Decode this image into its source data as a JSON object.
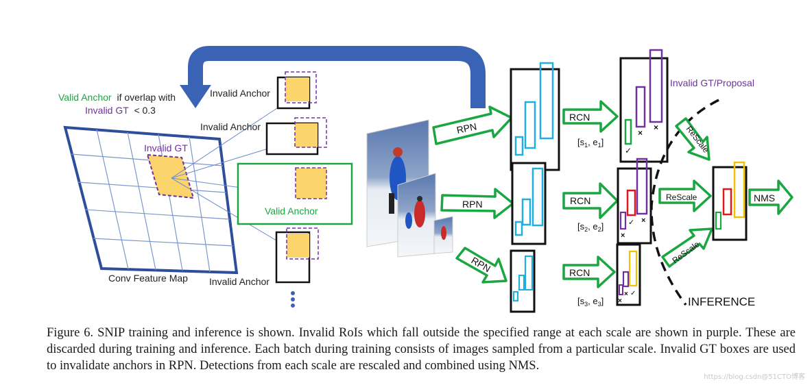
{
  "figure": {
    "valid_anchor_note": {
      "line1_a": "Valid Anchor",
      "line1_b": "if overlap with",
      "line2_a": "Invalid GT",
      "line2_b": "< 0.3"
    },
    "invalid_gt_label": "Invalid GT",
    "conv_feature_map_label": "Conv Feature Map",
    "invalid_anchor_label": "Invalid Anchor",
    "valid_anchor_label": "Valid Anchor",
    "rpn_label": "RPN",
    "rcn_label": "RCN",
    "rescale_label": "ReScale",
    "nms_label": "NMS",
    "invalid_gt_proposal_label": "Invalid GT/Proposal",
    "inference_label": "INFERENCE",
    "scale_labels": [
      {
        "s": "s",
        "si": "1",
        "e": "e",
        "ei": "1"
      },
      {
        "s": "s",
        "si": "2",
        "e": "e",
        "ei": "2"
      },
      {
        "s": "s",
        "si": "3",
        "e": "e",
        "ei": "3"
      }
    ],
    "colors": {
      "valid": "#1aa640",
      "invalid": "#7030a0",
      "anchor_fill": "#fbd46b",
      "arrow_blue": "#3b63b5",
      "box_cyan": "#1eaee0",
      "box_red": "#e01818",
      "box_yellow": "#f2c200",
      "grid_blue": "#2e4e9c"
    }
  },
  "caption": "Figure 6. SNIP training and inference is shown. Invalid RoIs which fall outside the specified range at each scale are shown in purple. These are discarded during training and inference. Each batch during training consists of images sampled from a particular scale. Invalid GT boxes are used to invalidate anchors in RPN. Detections from each scale are rescaled and combined using NMS.",
  "watermark": "https://blog.csdn@51CTO博客"
}
